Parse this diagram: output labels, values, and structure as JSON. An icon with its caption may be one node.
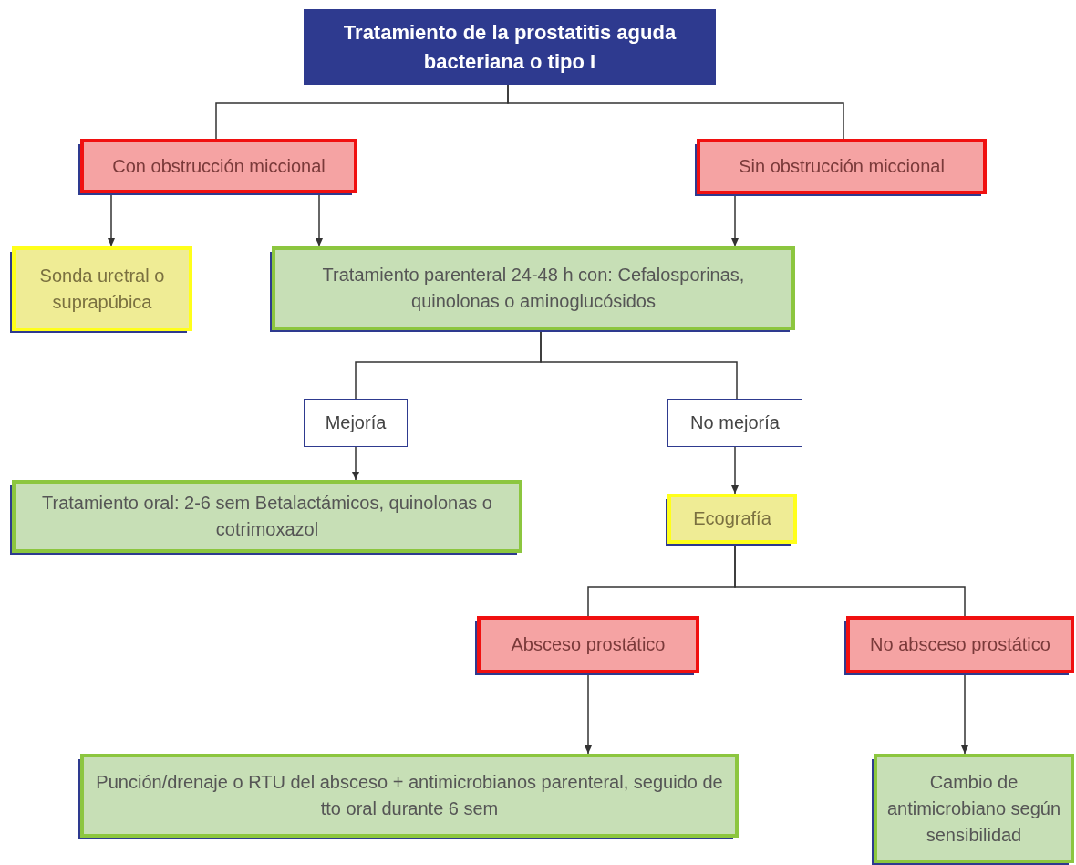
{
  "diagram": {
    "nodes": [
      {
        "text": [
          "Tratamiento de la prostatitis aguda bacteriana o tipo I"
        ]
      },
      {
        "text": [
          "Con obstrucción miccional"
        ]
      },
      {
        "text": [
          "Sin obstrucción miccional"
        ]
      },
      {
        "text": [
          "Sonda uretral o suprapúbica"
        ]
      },
      {
        "text": [
          "Tratamiento parenteral 24-48 h con: Cefalosporinas, quinolonas o aminoglucósidos"
        ]
      },
      {
        "text": [
          "Mejoría"
        ]
      },
      {
        "text": [
          "No mejoría"
        ]
      },
      {
        "text": [
          "Tratamiento oral: 2-6 sem Betalactámicos, quinolonas o cotrimoxazol"
        ]
      },
      {
        "text": [
          "Ecografía"
        ]
      },
      {
        "text": [
          "Absceso prostático"
        ]
      },
      {
        "text": [
          "No absceso prostático"
        ]
      },
      {
        "text": [
          "Punción/drenaje o RTU del absceso + antimicrobianos parenteral, seguido de tto oral durante 6 sem"
        ]
      },
      {
        "text": [
          "Cambio de antimicrobiano según sensibilidad"
        ]
      }
    ],
    "edges": [
      {
        "from": 0,
        "to": 1,
        "arrow": "none"
      },
      {
        "from": 0,
        "to": 2,
        "arrow": "none"
      },
      {
        "from": 1,
        "to": 3,
        "arrow": "to"
      },
      {
        "from": 1,
        "to": 4,
        "arrow": "to"
      },
      {
        "from": 2,
        "to": 4,
        "arrow": "to"
      },
      {
        "from": 4,
        "to": 5,
        "arrow": "none"
      },
      {
        "from": 4,
        "to": 6,
        "arrow": "none"
      },
      {
        "from": 5,
        "to": 7,
        "arrow": "to"
      },
      {
        "from": 6,
        "to": 8,
        "arrow": "to"
      },
      {
        "from": 8,
        "to": 9,
        "arrow": "none"
      },
      {
        "from": 8,
        "to": 10,
        "arrow": "none"
      },
      {
        "from": 9,
        "to": 11,
        "arrow": "to"
      },
      {
        "from": 10,
        "to": 12,
        "arrow": "to"
      }
    ]
  }
}
